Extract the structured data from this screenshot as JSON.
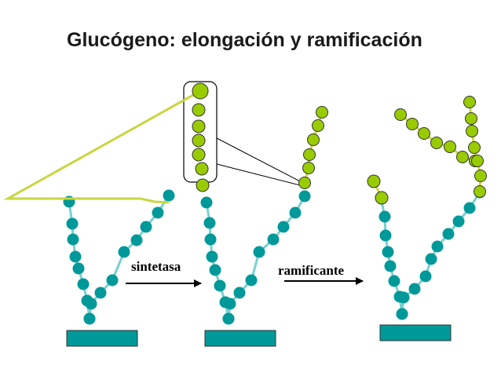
{
  "title": "Glucógeno: elongación y ramificación",
  "labels": {
    "enzyme_1": "sintetasa",
    "enzyme_2": "ramificante"
  },
  "colors": {
    "teal_bead": "#009999",
    "teal_link": "#7ad0d0",
    "green_bead": "#99cc00",
    "green_link": "#c9d640",
    "bead_stroke": "#333333",
    "core": "#009999",
    "arrow": "#000000"
  }
}
